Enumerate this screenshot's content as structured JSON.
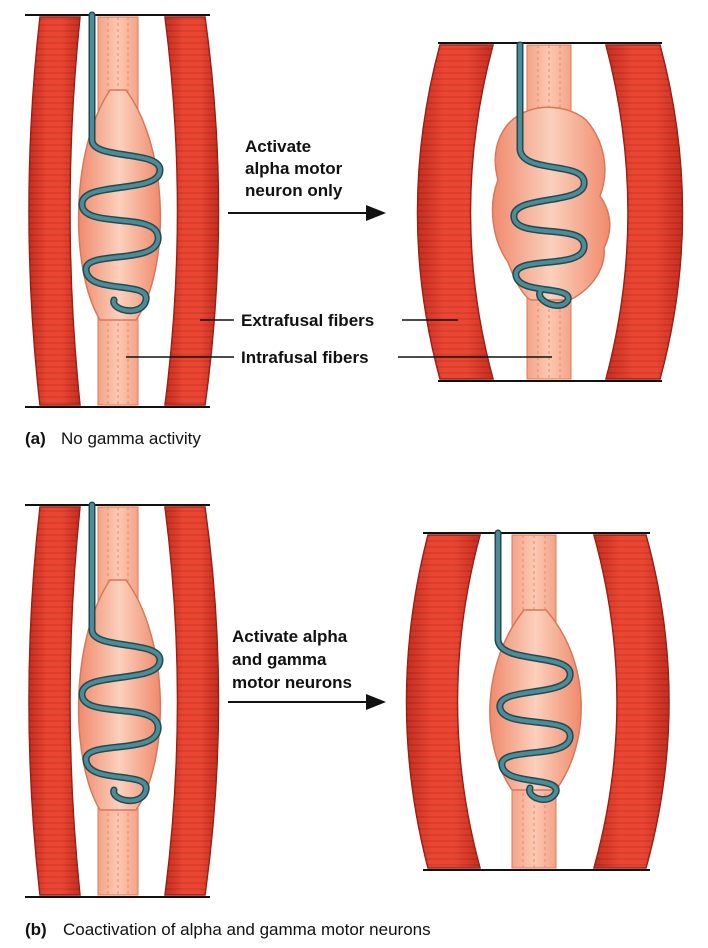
{
  "panel_a": {
    "action_label": [
      "Activate",
      "alpha motor",
      "neuron only"
    ],
    "label_extrafusal": "Extrafusal fibers",
    "label_intrafusal": "Intrafusal fibers",
    "caption_tag": "(a)",
    "caption_text": "No gamma activity"
  },
  "panel_b": {
    "action_label": [
      "Activate alpha",
      "and gamma",
      "motor neurons"
    ],
    "caption_tag": "(b)",
    "caption_text": "Coactivation of alpha and gamma motor neurons"
  },
  "colors": {
    "extrafusal": "#e03c2a",
    "extrafusal_dark": "#b8261a",
    "intrafusal": "#f7b39a",
    "capsule": "#f49a7e",
    "neuron": "#3d7b86",
    "neuron_dark": "#1f4a52"
  }
}
